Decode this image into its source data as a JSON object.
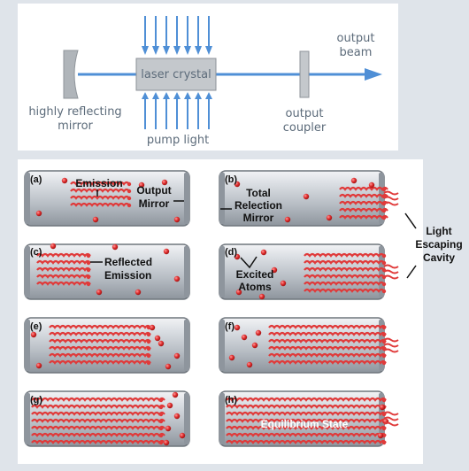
{
  "top_diagram": {
    "mirror_label": [
      "highly reflecting",
      "mirror"
    ],
    "crystal_label": "laser crystal",
    "pump_label": "pump light",
    "coupler_label": [
      "output",
      "coupler"
    ],
    "beam_label": [
      "output",
      "beam"
    ]
  },
  "panels": {
    "a": {
      "tag": "(a)",
      "label1": "Emission",
      "label2": [
        "Output",
        "Mirror"
      ]
    },
    "b": {
      "tag": "(b)",
      "label1": [
        "Total",
        "Relection",
        "Mirror"
      ]
    },
    "c": {
      "tag": "(c)",
      "label1": [
        "Reflected",
        "Emission"
      ]
    },
    "d": {
      "tag": "(d)",
      "label1": [
        "Excited",
        "Atoms"
      ]
    },
    "e": {
      "tag": "(e)"
    },
    "f": {
      "tag": "(f)"
    },
    "g": {
      "tag": "(g)"
    },
    "h": {
      "tag": "(h)",
      "label1": "Equilibrium State"
    }
  },
  "side_label": [
    "Light",
    "Escaping",
    "Cavity"
  ],
  "colors": {
    "wave": "#e03a3a",
    "atom": "#d93030",
    "arrow": "#4f8fd6",
    "box": "#b7bec6"
  }
}
